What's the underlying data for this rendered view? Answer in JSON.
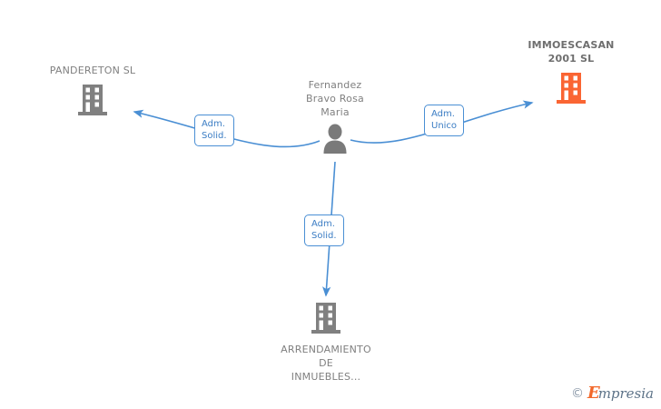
{
  "diagram": {
    "type": "org-relationship-graph",
    "background": "#ffffff",
    "colors": {
      "edge": "#4a8fd4",
      "label_border": "#4a8fd4",
      "label_text": "#3b7dc4",
      "node_gray": "#808080",
      "node_orange": "#fa6533",
      "node_text": "#808080"
    },
    "nodes": [
      {
        "id": "pandereton",
        "label": "PANDERETON SL",
        "icon": "building-icon",
        "icon_color": "#808080",
        "bold": false,
        "label_position": "above"
      },
      {
        "id": "immoescasan",
        "label": "IMMOESCASAN\n2001 SL",
        "icon": "building-icon",
        "icon_color": "#fa6533",
        "bold": true,
        "label_position": "above"
      },
      {
        "id": "person",
        "label": "Fernandez\nBravo Rosa\nMaria",
        "icon": "person-icon",
        "icon_color": "#7a7a7a",
        "bold": false,
        "label_position": "above"
      },
      {
        "id": "arrendamiento",
        "label": "ARRENDAMIENTO\nDE\nINMUEBLES...",
        "icon": "building-icon",
        "icon_color": "#808080",
        "bold": false,
        "label_position": "below"
      }
    ],
    "edges": [
      {
        "id": "edge-person-pandereton",
        "from": "person",
        "to": "pandereton",
        "label": "Adm.\nSolid.",
        "arrow": "to"
      },
      {
        "id": "edge-person-immoescasan",
        "from": "person",
        "to": "immoescasan",
        "label": "Adm.\nUnico",
        "arrow": "to"
      },
      {
        "id": "edge-person-arrendamiento",
        "from": "person",
        "to": "arrendamiento",
        "label": "Adm.\nSolid.",
        "arrow": "to"
      }
    ]
  },
  "watermark": {
    "copyright": "©",
    "brand_initial": "E",
    "brand_rest": "mpresia"
  }
}
